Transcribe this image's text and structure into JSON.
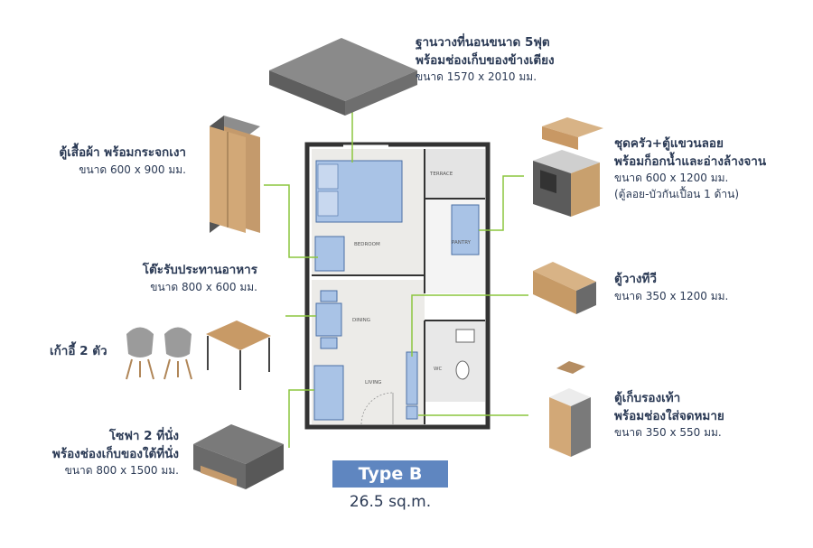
{
  "bed": {
    "line1": "ฐานวางที่นอนขนาด 5ฟุต",
    "line2": "พร้อมช่องเก็บของข้างเตียง",
    "size": "ขนาด 1570 x 2010 มม."
  },
  "wardrobe": {
    "title": "ตู้เสื้อผ้า พร้อมกระจกเงา",
    "size": "ขนาด 600 x 900 มม."
  },
  "kitchen": {
    "line1": "ชุดครัว+ตู้แขวนลอย",
    "line2": "พร้อมก็อกน้ำและอ่างล้างจาน",
    "size": "ขนาด 600 x 1200 มม.",
    "note": "(ตู้ลอย-บัวกันเปื้อน 1 ด้าน)"
  },
  "table": {
    "title": "โต๊ะรับประทานอาหาร",
    "size": "ขนาด 800 x 600 มม."
  },
  "tv": {
    "title": "ตู้วางทีวี",
    "size": "ขนาด 350 x 1200 มม."
  },
  "chairs": {
    "title": "เก้าอี้ 2 ตัว"
  },
  "shoe": {
    "line1": "ตู้เก็บรองเท้า",
    "line2": "พร้อมช่องใส่จดหมาย",
    "size": "ขนาด 350 x 550 มม."
  },
  "sofa": {
    "line1": "โซฟา 2 ที่นั่ง",
    "line2": "พร้องช่องเก็บของใต้ที่นั่ง",
    "size": "ขนาด 800 x 1500 มม."
  },
  "plan": {
    "type": "Type B",
    "area": "26.5 sq.m."
  },
  "rooms": {
    "terrace": "TERRACE",
    "bedroom": "BEDROOM",
    "pantry": "PANTRY",
    "dining": "DINING",
    "wc": "WC",
    "living": "LIVING"
  },
  "colors": {
    "accent": "#5f86c0",
    "leader": "#8cc63f",
    "furniture": "#a9c3e6",
    "text": "#2b3a55"
  }
}
